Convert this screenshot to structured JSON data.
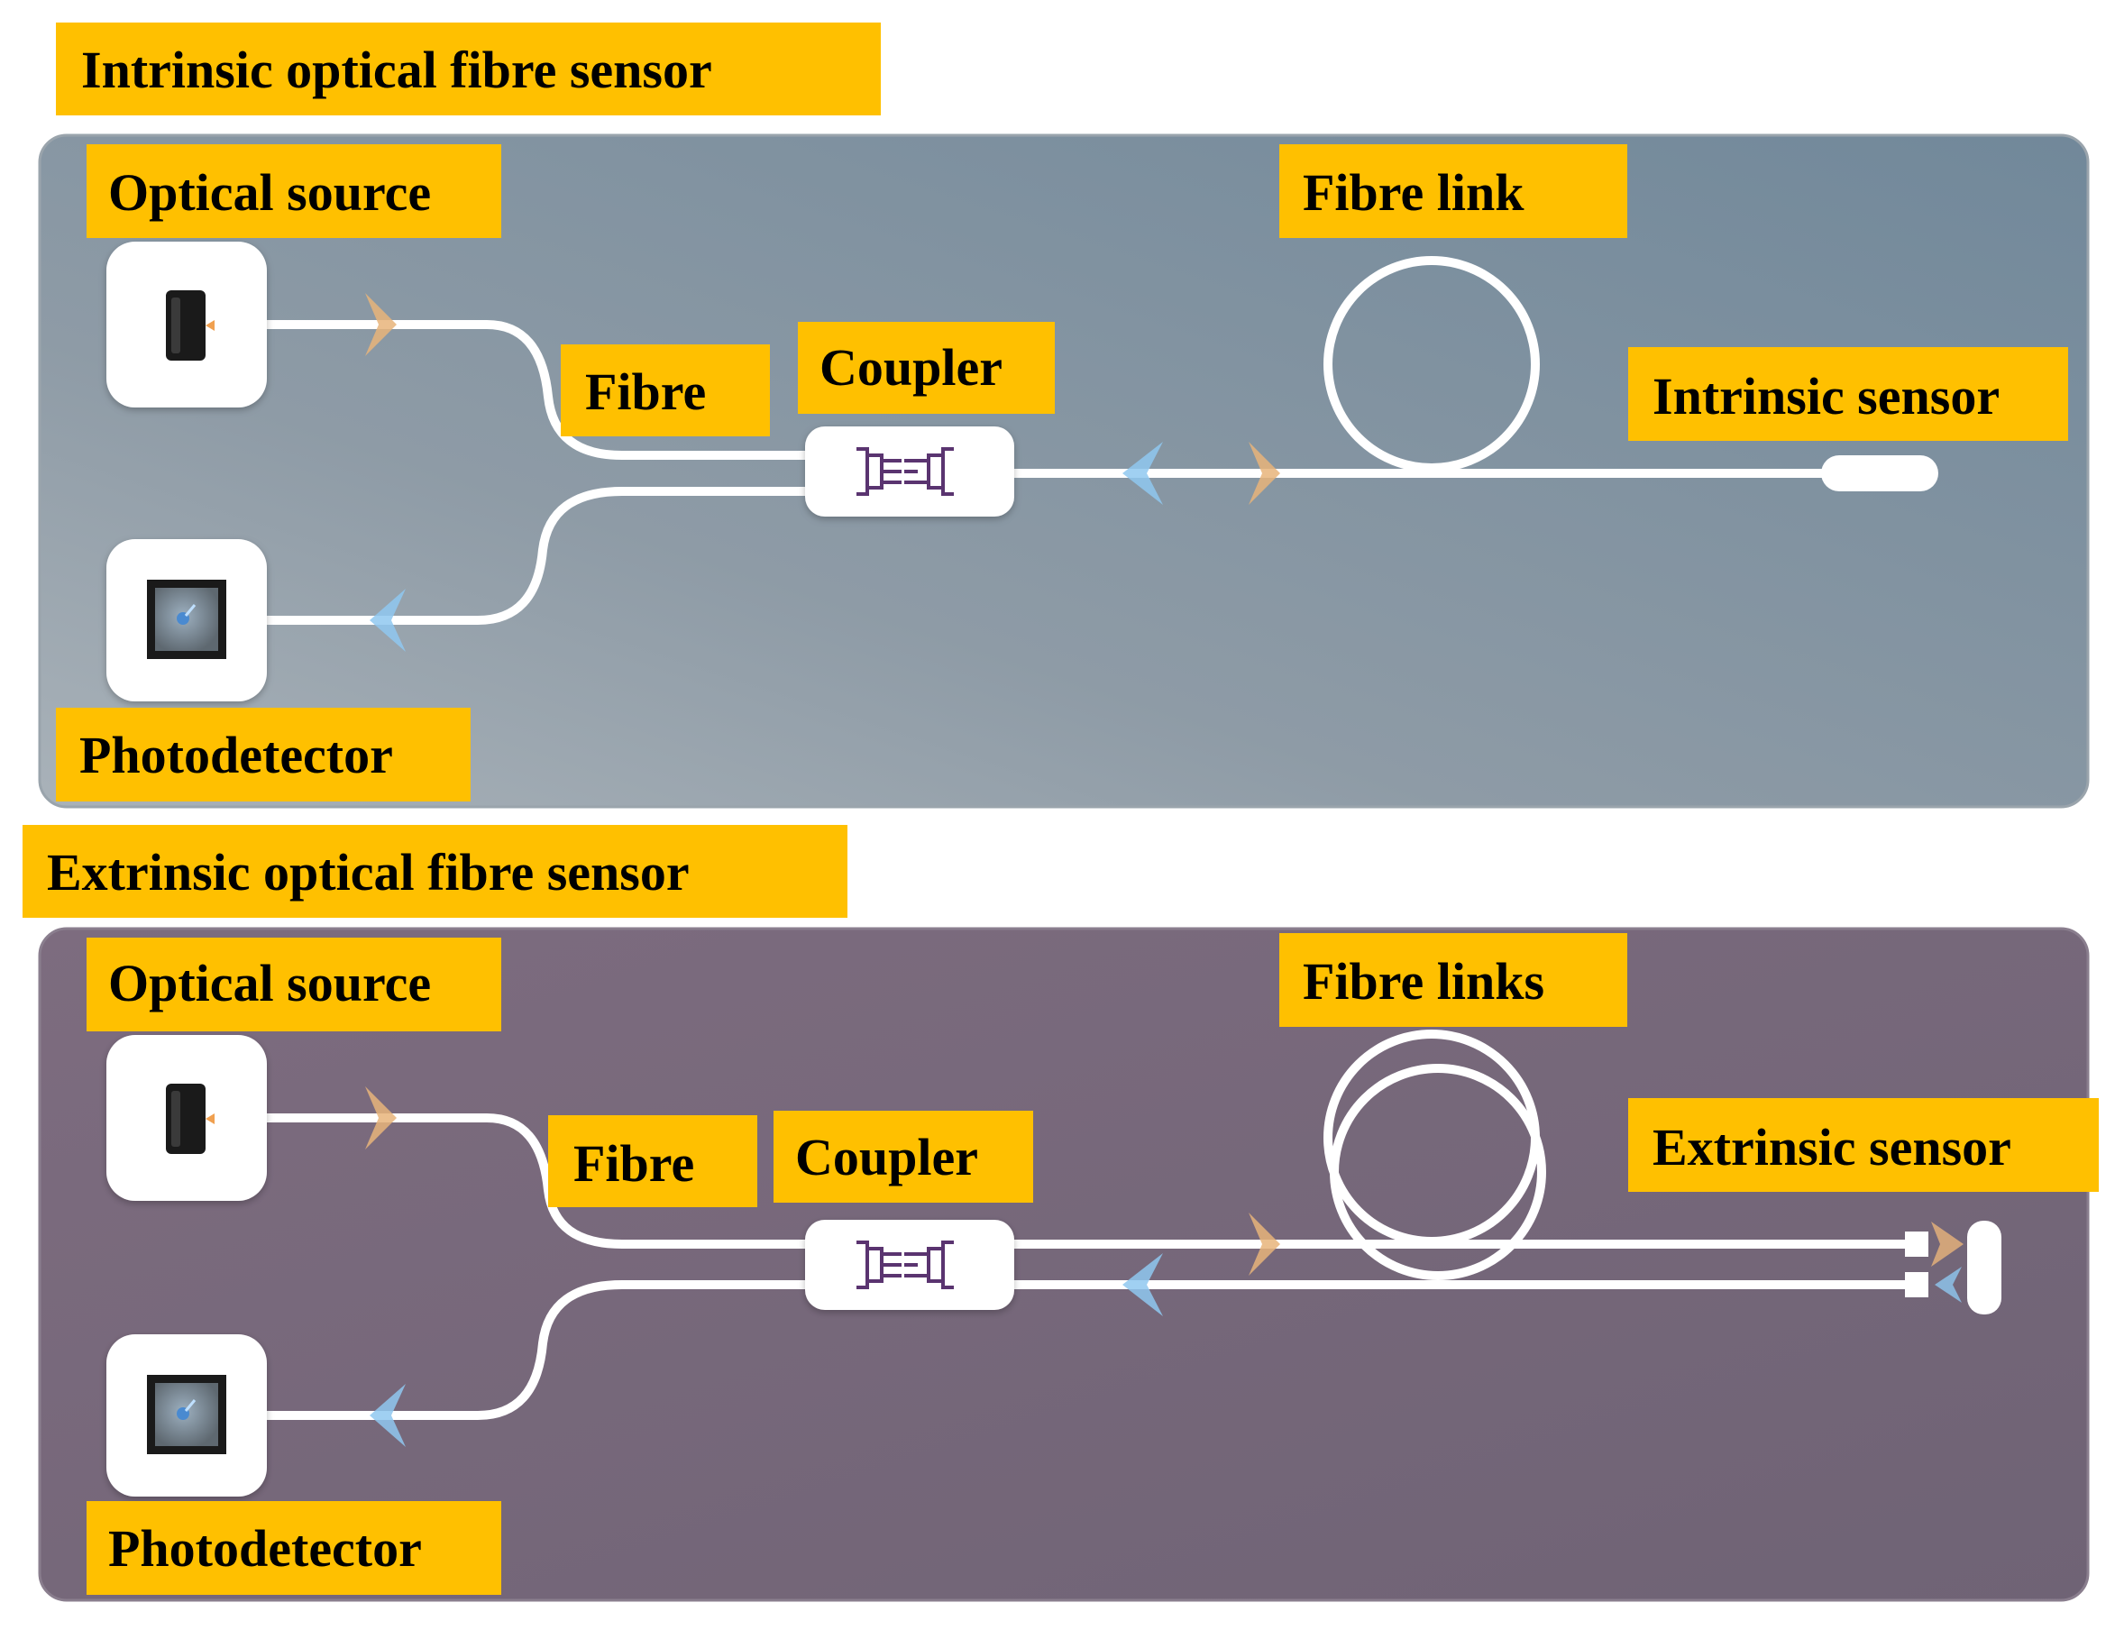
{
  "intrinsic": {
    "title": "Intrinsic optical fibre sensor",
    "labels": {
      "source": "Optical source",
      "fibre": "Fibre",
      "coupler": "Coupler",
      "link": "Fibre link",
      "sensor": "Intrinsic sensor",
      "detector": "Photodetector"
    }
  },
  "extrinsic": {
    "title": "Extrinsic optical fibre sensor",
    "labels": {
      "source": "Optical source",
      "fibre": "Fibre",
      "coupler": "Coupler",
      "link": "Fibre links",
      "sensor": "Extrinsic sensor",
      "detector": "Photodetector"
    }
  },
  "colors": {
    "label_bg": "#FFC000",
    "intrinsic_panel": "#7F93A1",
    "extrinsic_panel": "#76677A",
    "fibre": "#FFFFFF",
    "coupler_icon": "#5A3470",
    "forward_arrow": "#E8B47A",
    "return_arrow": "#8FC8F0"
  }
}
